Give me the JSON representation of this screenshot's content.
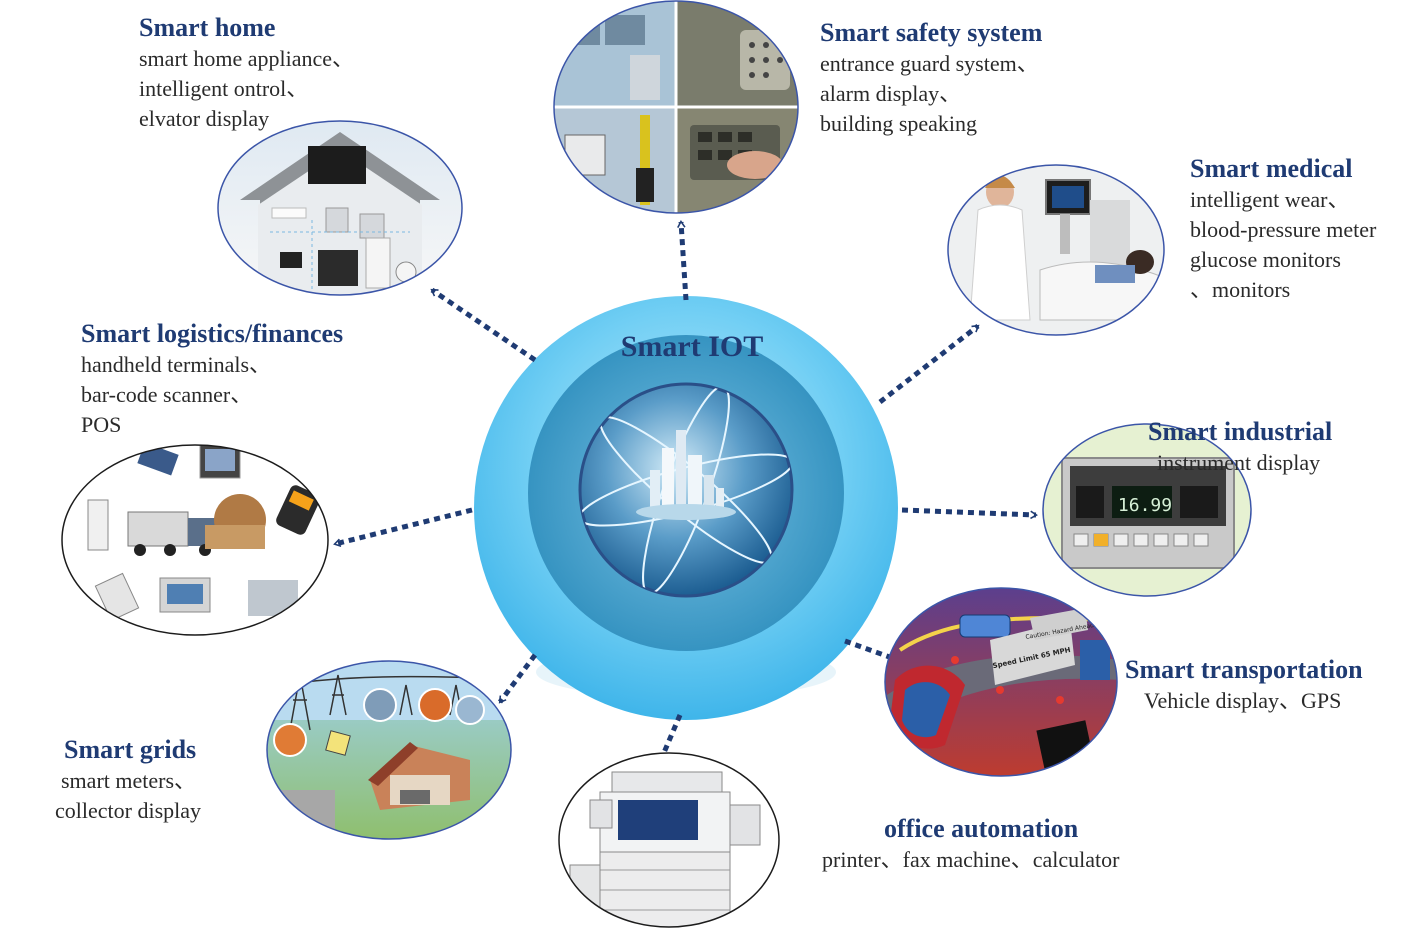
{
  "hub": {
    "title": "Smart IOT"
  },
  "nodes": [
    {
      "id": "home",
      "title": "Smart home",
      "lines": [
        "smart home appliance、",
        "intelligent  ontrol、",
        "elvator display"
      ]
    },
    {
      "id": "safety",
      "title": "Smart safety system",
      "lines": [
        "entrance guard system、",
        "alarm display、",
        "building speaking"
      ]
    },
    {
      "id": "medical",
      "title": "Smart medical",
      "lines": [
        "intelligent  wear、",
        "blood-pressure meter",
        "glucose monitors",
        "、monitors"
      ]
    },
    {
      "id": "logistics",
      "title": "Smart logistics/finances",
      "lines": [
        "handheld terminals、",
        "bar-code scanner、",
        "POS"
      ]
    },
    {
      "id": "industrial",
      "title": "Smart industrial",
      "lines": [
        "instrument display"
      ]
    },
    {
      "id": "transportation",
      "title": "Smart transportation",
      "lines": [
        "Vehicle display、GPS"
      ]
    },
    {
      "id": "grids",
      "title": "Smart grids",
      "lines": [
        "smart meters、",
        "collector display"
      ]
    },
    {
      "id": "office",
      "title": "office automation",
      "lines": [
        "printer、fax machine、calculator"
      ]
    }
  ],
  "industrial_readout": "16.99",
  "truck_sign": {
    "caution": "Caution: Hazard Ahead",
    "speed": "Speed Limit 65 MPH"
  },
  "colors": {
    "title": "#1f3b73",
    "arrow": "#1f3b73",
    "hub_outer": "#5ec4f0",
    "hub_mid": "#3aa6d6",
    "ellipse_border": "#3b55a8"
  },
  "icons": [
    "house-photo",
    "security-photo",
    "medical-photo",
    "logistics-photo",
    "industrial-photo",
    "traffic-photo",
    "grid-photo",
    "printer-photo",
    "globe-city-icon"
  ]
}
